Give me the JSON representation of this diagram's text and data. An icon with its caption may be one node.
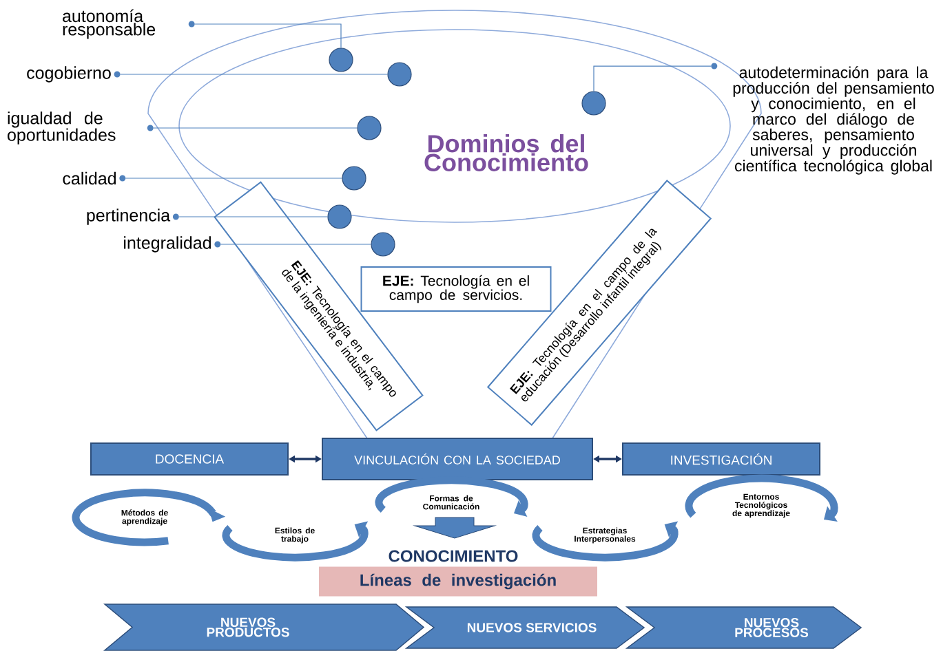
{
  "diagram": {
    "nodes": [
      {
        "text": [
          "autonomía responsable"
        ]
      },
      {
        "text": [
          "cogobierno"
        ]
      },
      {
        "text": [
          "igualdad de oportunidades"
        ]
      },
      {
        "text": [
          "calidad"
        ]
      },
      {
        "text": [
          "pertinencia"
        ]
      },
      {
        "text": [
          "integralidad"
        ]
      },
      {
        "text": [
          "autodeterminación para la producción del pensamiento y conocimiento, en el marco del diálogo de saberes, pensamiento universal y producción científica tecnológica global"
        ]
      },
      {
        "text": [],
        "shape": "circle"
      },
      {
        "text": [],
        "shape": "circle"
      },
      {
        "text": [],
        "shape": "circle"
      },
      {
        "text": [],
        "shape": "circle"
      },
      {
        "text": [],
        "shape": "circle"
      },
      {
        "text": [],
        "shape": "circle"
      },
      {
        "text": [],
        "shape": "circle"
      },
      {
        "text": [
          "**EJE:** Tecnología en el campo de la ingeniería e industria,"
        ]
      },
      {
        "text": [
          "**EJE:** Tecnología en el campo de servicios."
        ]
      },
      {
        "text": [
          "**EJE:** Tecnología en el campo de la educación (Desarrollo infantil integral)"
        ]
      },
      {
        "text": [
          "DOCENCIA"
        ]
      },
      {
        "text": [
          "VINCULACIÓN CON LA SOCIEDAD"
        ]
      },
      {
        "text": [
          "INVESTIGACIÓN"
        ]
      },
      {
        "text": [
          "Métodos de aprendizaje"
        ]
      },
      {
        "text": [
          "Estilos de trabajo"
        ]
      },
      {
        "text": [
          "Formas de Comunicación"
        ]
      },
      {
        "text": [
          "Estrategias Interpersonales"
        ]
      },
      {
        "text": [
          "Entornos Tecnológicos de aprendizaje"
        ]
      },
      {
        "text": [
          "Líneas de investigación"
        ]
      },
      {
        "text": [
          "NUEVOS PRODUCTOS"
        ]
      },
      {
        "text": [
          "NUEVOS SERVICIOS"
        ]
      },
      {
        "text": [
          "NUEVOS PROCESOS"
        ]
      }
    ],
    "edges": [
      {
        "from": 0,
        "to": 7,
        "arrow": "none"
      },
      {
        "from": 1,
        "to": 8,
        "arrow": "none"
      },
      {
        "from": 2,
        "to": 9,
        "arrow": "none"
      },
      {
        "from": 3,
        "to": 10,
        "arrow": "none"
      },
      {
        "from": 4,
        "to": 11,
        "arrow": "none"
      },
      {
        "from": 5,
        "to": 12,
        "arrow": "none"
      },
      {
        "from": 6,
        "to": 13,
        "arrow": "none"
      },
      {
        "from": 17,
        "to": 18,
        "arrow": "both",
        "style": "thick",
        "color": "#1f3864"
      },
      {
        "from": 18,
        "to": 19,
        "arrow": "both",
        "style": "thick",
        "color": "#1f3864"
      }
    ],
    "labels": [
      "Dominios del Conocimiento",
      "CONOCIMIENTO"
    ]
  }
}
